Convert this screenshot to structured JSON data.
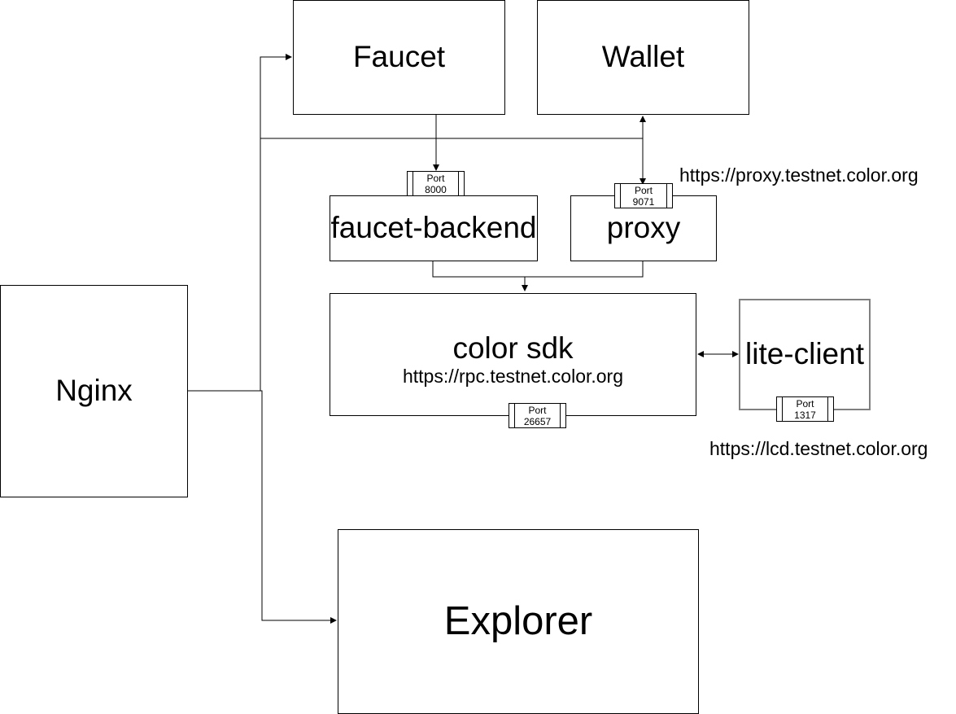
{
  "nodes": {
    "faucet": "Faucet",
    "wallet": "Wallet",
    "faucet_backend": "faucet-backend",
    "proxy": "proxy",
    "color_sdk": "color sdk",
    "color_sdk_url": "https://rpc.testnet.color.org",
    "lite_client": "lite-client",
    "nginx": "Nginx",
    "explorer": "Explorer"
  },
  "ports": {
    "faucet_backend": {
      "label": "Port",
      "number": "8000"
    },
    "proxy": {
      "label": "Port",
      "number": "9071"
    },
    "color_sdk": {
      "label": "Port",
      "number": "26657"
    },
    "lite_client": {
      "label": "Port",
      "number": "1317"
    }
  },
  "urls": {
    "proxy": "https://proxy.testnet.color.org",
    "lcd": "https://lcd.testnet.color.org"
  },
  "colors": {
    "stroke": "#000000",
    "lite_client_border": "#808080"
  }
}
